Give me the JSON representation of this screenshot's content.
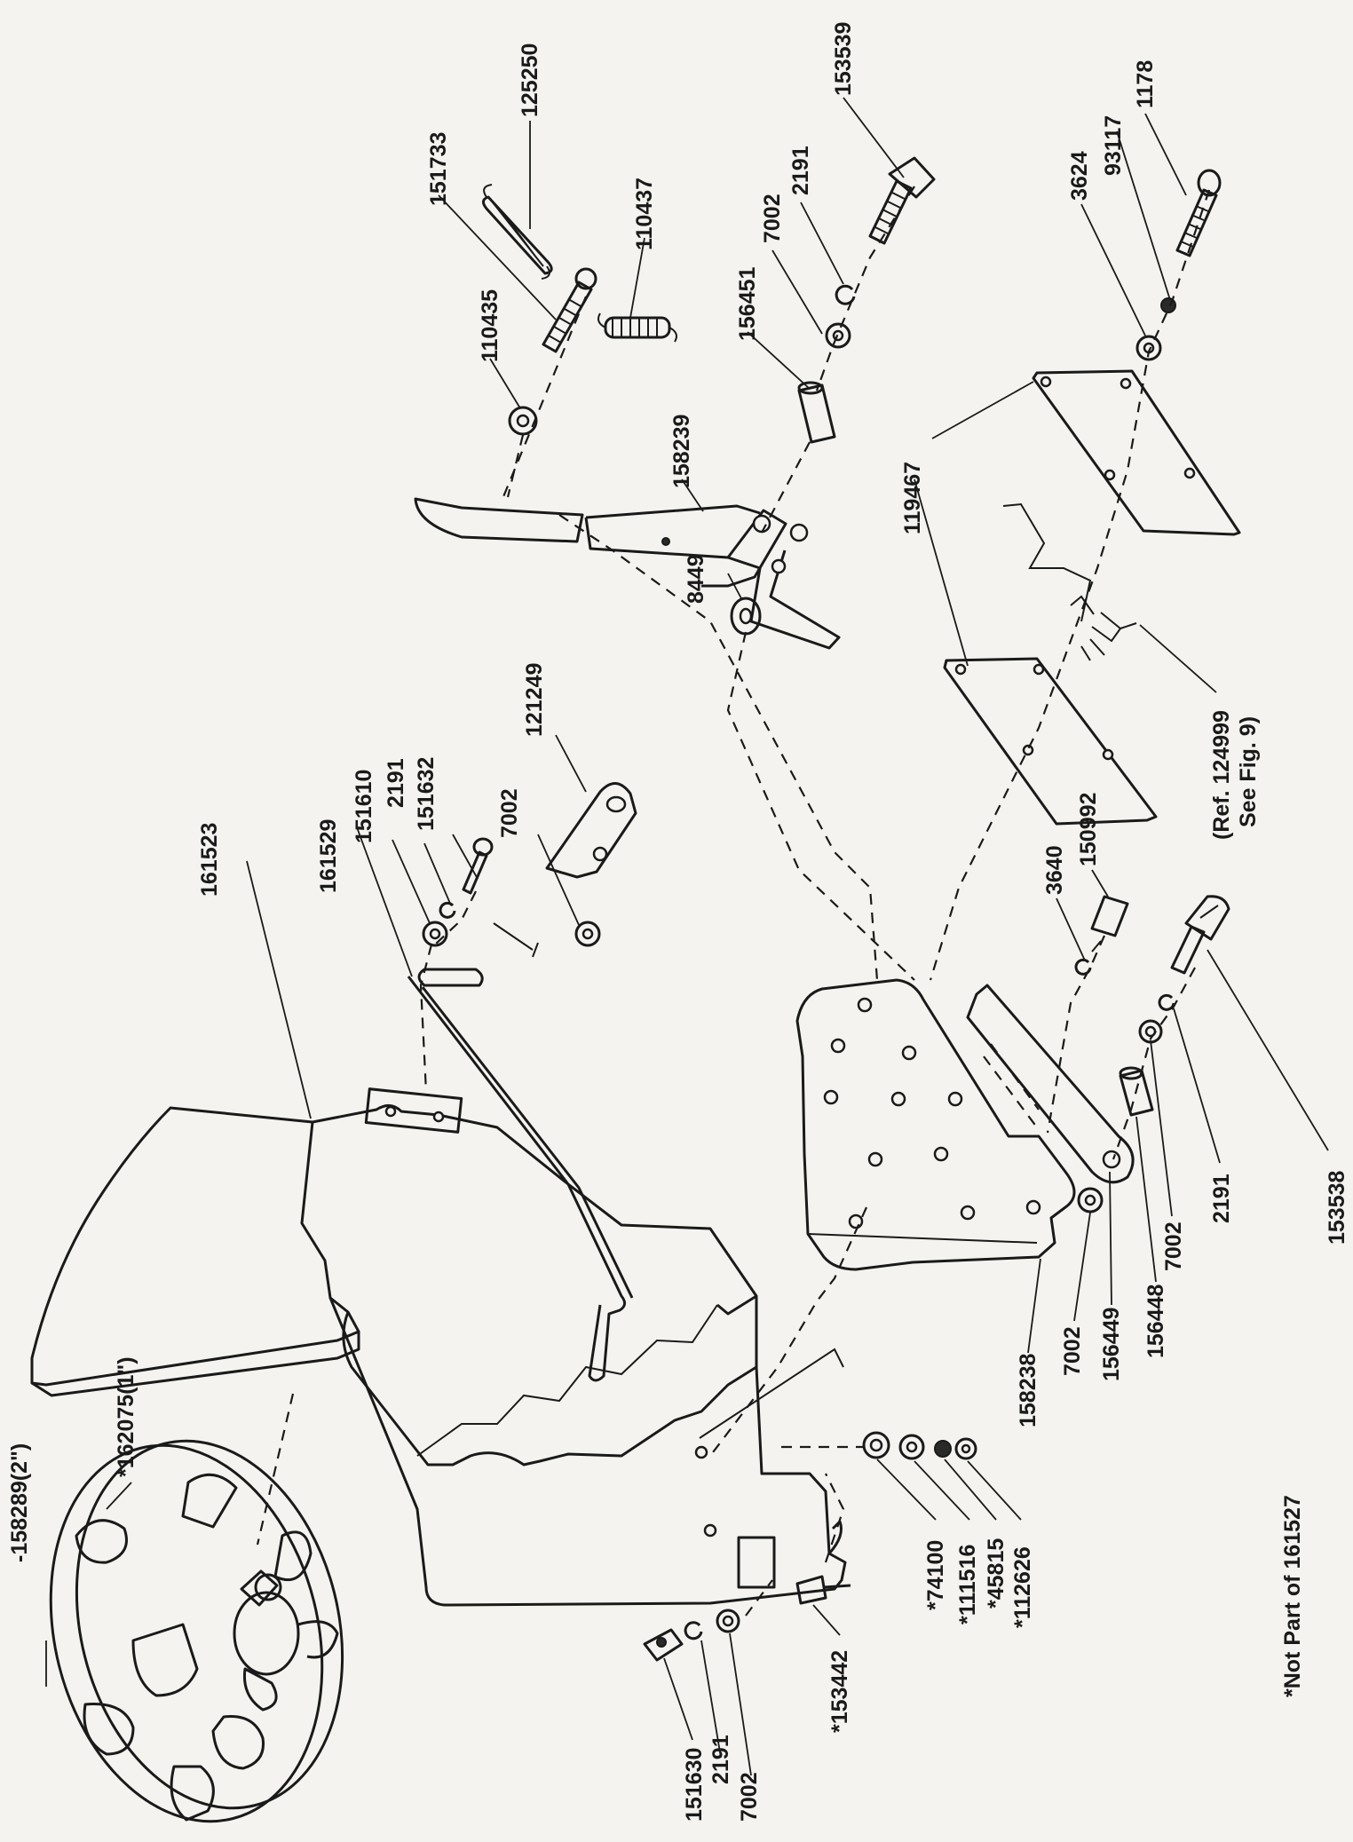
{
  "labels": [
    {
      "id": "p125250",
      "text": "125250"
    },
    {
      "id": "p153539",
      "text": "153539"
    },
    {
      "id": "p151733",
      "text": "151733"
    },
    {
      "id": "p110437",
      "text": "110437"
    },
    {
      "id": "p2191_top",
      "text": "2191"
    },
    {
      "id": "p7002_top",
      "text": "7002"
    },
    {
      "id": "p156451",
      "text": "156451"
    },
    {
      "id": "p110435",
      "text": "110435"
    },
    {
      "id": "p158239",
      "text": "158239"
    },
    {
      "id": "p8449",
      "text": "8449"
    },
    {
      "id": "p1178",
      "text": "1178"
    },
    {
      "id": "p93117",
      "text": "93117"
    },
    {
      "id": "p3624",
      "text": "3624"
    },
    {
      "id": "p119467",
      "text": "119467"
    },
    {
      "id": "p124999",
      "text": "(Ref. 124999"
    },
    {
      "id": "p_seefig",
      "text": "See Fig. 9)"
    },
    {
      "id": "p161523",
      "text": "161523"
    },
    {
      "id": "p161529",
      "text": "161529"
    },
    {
      "id": "p151610",
      "text": "151610"
    },
    {
      "id": "p2191_mid",
      "text": "2191"
    },
    {
      "id": "p151632",
      "text": "151632"
    },
    {
      "id": "p7002_mid",
      "text": "7002"
    },
    {
      "id": "p121249",
      "text": "121249"
    },
    {
      "id": "p3640",
      "text": "3640"
    },
    {
      "id": "p150992",
      "text": "150992"
    },
    {
      "id": "p153538",
      "text": "153538"
    },
    {
      "id": "p2191_r",
      "text": "2191"
    },
    {
      "id": "p7002_r",
      "text": "7002"
    },
    {
      "id": "p156448",
      "text": "156448"
    },
    {
      "id": "p156449",
      "text": "156449"
    },
    {
      "id": "p7002_r2",
      "text": "7002"
    },
    {
      "id": "p158238",
      "text": "158238"
    },
    {
      "id": "p158289",
      "text": "-158289(2\")"
    },
    {
      "id": "p162075",
      "text": "*162075(1\")"
    },
    {
      "id": "p74100",
      "text": "*74100"
    },
    {
      "id": "p111516",
      "text": "*111516"
    },
    {
      "id": "p45815",
      "text": "*45815"
    },
    {
      "id": "p112626",
      "text": "*112626"
    },
    {
      "id": "p153442",
      "text": "*153442"
    },
    {
      "id": "p151630",
      "text": "151630"
    },
    {
      "id": "p2191_bl",
      "text": "2191"
    },
    {
      "id": "p7002_bl",
      "text": "7002"
    }
  ],
  "footnote": "*Not Part of 161527"
}
